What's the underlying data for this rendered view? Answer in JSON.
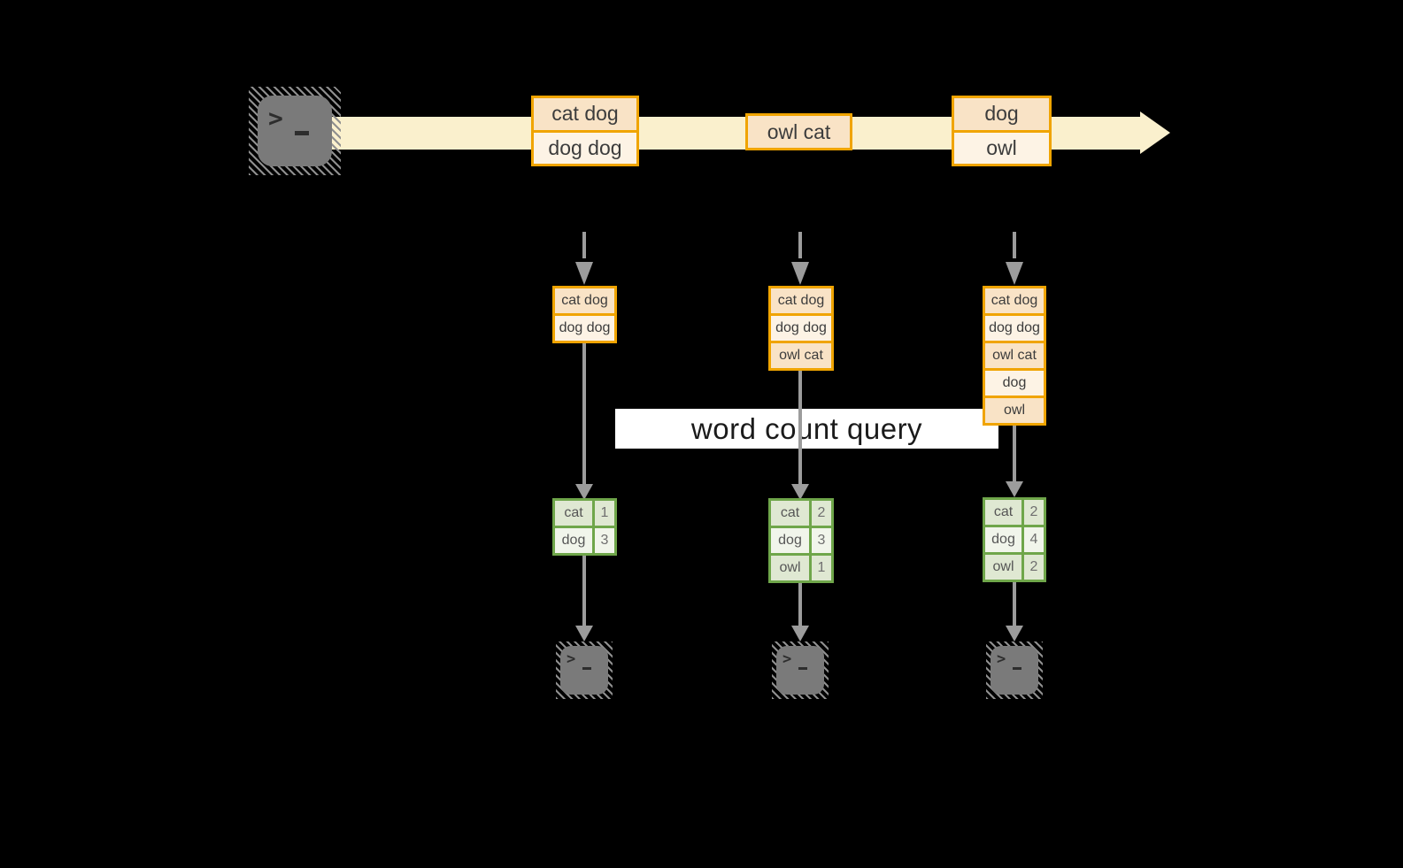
{
  "query_label": "word count query",
  "stream_events": [
    [
      "cat dog",
      "dog dog"
    ],
    [
      "owl cat"
    ],
    [
      "dog",
      "owl"
    ]
  ],
  "columns": [
    {
      "buffer": [
        "cat dog",
        "dog dog"
      ],
      "counts": [
        [
          "cat",
          "1"
        ],
        [
          "dog",
          "3"
        ]
      ]
    },
    {
      "buffer": [
        "cat dog",
        "dog dog",
        "owl cat"
      ],
      "counts": [
        [
          "cat",
          "2"
        ],
        [
          "dog",
          "3"
        ],
        [
          "owl",
          "1"
        ]
      ]
    },
    {
      "buffer": [
        "cat dog",
        "dog dog",
        "owl cat",
        "dog",
        "owl"
      ],
      "counts": [
        [
          "cat",
          "2"
        ],
        [
          "dog",
          "4"
        ],
        [
          "owl",
          "2"
        ]
      ]
    }
  ],
  "icons": {
    "terminal_prompt": ">"
  },
  "colors": {
    "background": "#000000",
    "stream_fill": "#FAF0CD",
    "event_border": "#F0A400",
    "event_fill_dark": "#F9E3C6",
    "event_fill_light": "#FDF3E5",
    "table_border": "#6FA64A",
    "table_cell_dark": "#DFE8D2",
    "table_cell_light": "#F1F5EB",
    "arrow_gray": "#9C9C9C",
    "terminal_gray": "#7A7A7A",
    "query_background": "#FFFFFF"
  }
}
